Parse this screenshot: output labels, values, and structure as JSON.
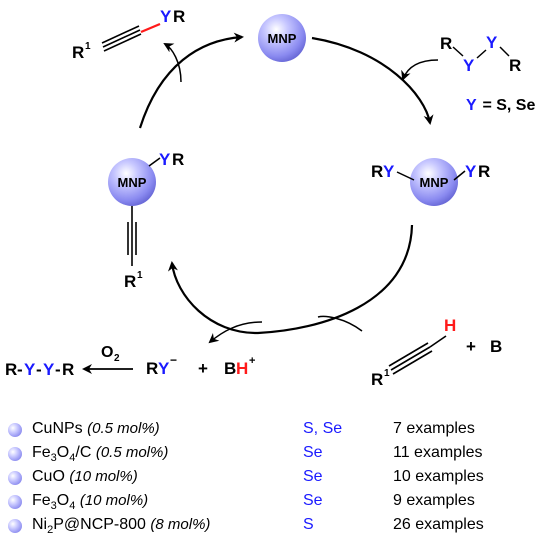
{
  "scheme": {
    "mnp_label": "MNP",
    "R": "R",
    "R1": "R",
    "sup1": "1",
    "Y": "Y",
    "Y_def_prefix": "Y",
    "Y_def_suffix": " = S, Se",
    "H": "H",
    "B": "B",
    "plus": "+",
    "O2": "O",
    "O2_sub": "2",
    "minus": "−",
    "hplus": "+",
    "dash": "-",
    "product_label_R": "R"
  },
  "catalysts": [
    {
      "name_parts": [
        "CuNPs"
      ],
      "loading": "(0.5 mol%)",
      "element": "S, Se",
      "examples": "7 examples"
    },
    {
      "name_parts": [
        "Fe",
        "3",
        "O",
        "4",
        "/C"
      ],
      "loading": "(0.5 mol%)",
      "element": "Se",
      "examples": "11 examples"
    },
    {
      "name_parts": [
        "CuO"
      ],
      "loading": "(10 mol%)",
      "element": "Se",
      "examples": "10 examples"
    },
    {
      "name_parts": [
        "Fe",
        "3",
        "O",
        "4"
      ],
      "loading": "(10 mol%)",
      "element": "Se",
      "examples": "9 examples"
    },
    {
      "name_parts": [
        "Ni",
        "2",
        "P@NCP-800"
      ],
      "loading": "(8 mol%)",
      "element": "S",
      "examples": "26 examples"
    }
  ],
  "colors": {
    "heteroatom": "#1a1aff",
    "hydrogen": "#ff1a1a",
    "nanoparticle": "#9a9af5"
  }
}
